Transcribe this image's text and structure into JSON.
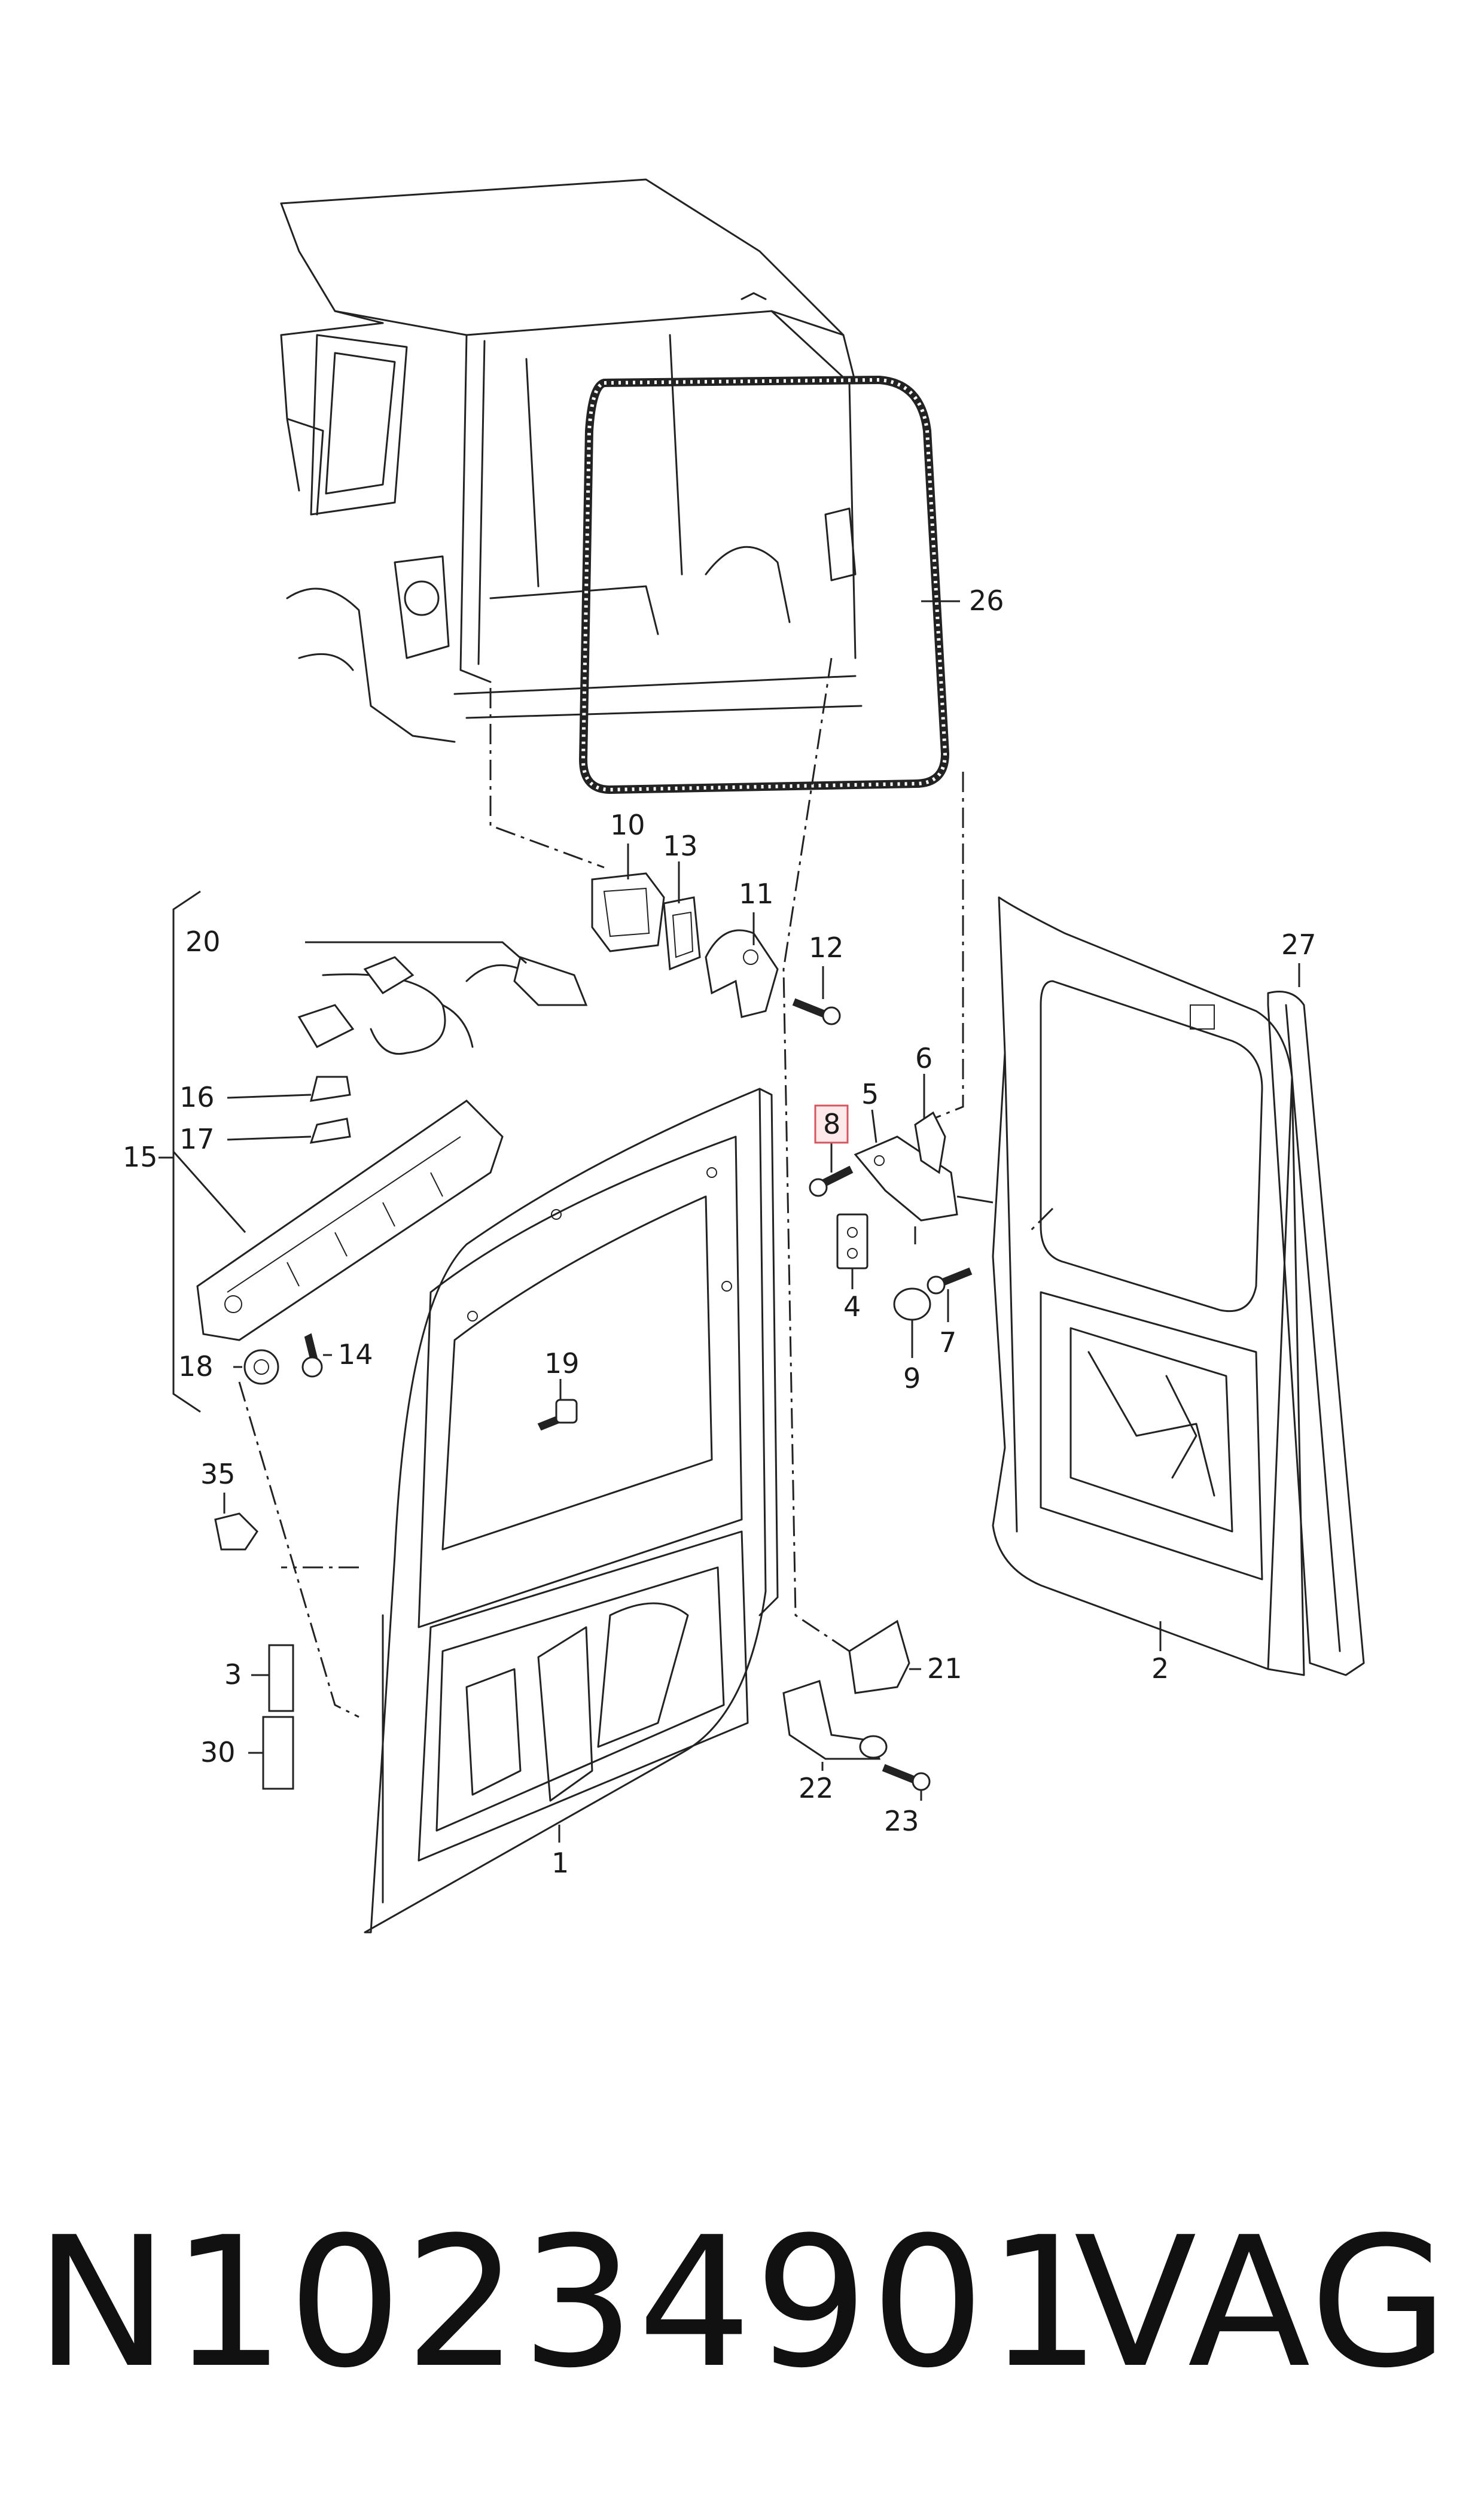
{
  "diagram": {
    "callouts": {
      "c1": "1",
      "c2": "2",
      "c3": "3",
      "c4": "4",
      "c5": "5",
      "c6": "6",
      "c7": "7",
      "c8": "8",
      "c9": "9",
      "c10": "10",
      "c11": "11",
      "c12": "12",
      "c13": "13",
      "c14": "14",
      "c15": "15",
      "c16": "16",
      "c17": "17",
      "c18": "18",
      "c19": "19",
      "c20": "20",
      "c21": "21",
      "c22": "22",
      "c23": "23",
      "c26": "26",
      "c27": "27",
      "c30": "30",
      "c35": "35"
    },
    "highlighted_callout": "8",
    "highlight_color": "#d4565f"
  },
  "footer": {
    "part_number": "N10234901",
    "brand": "VAG"
  }
}
